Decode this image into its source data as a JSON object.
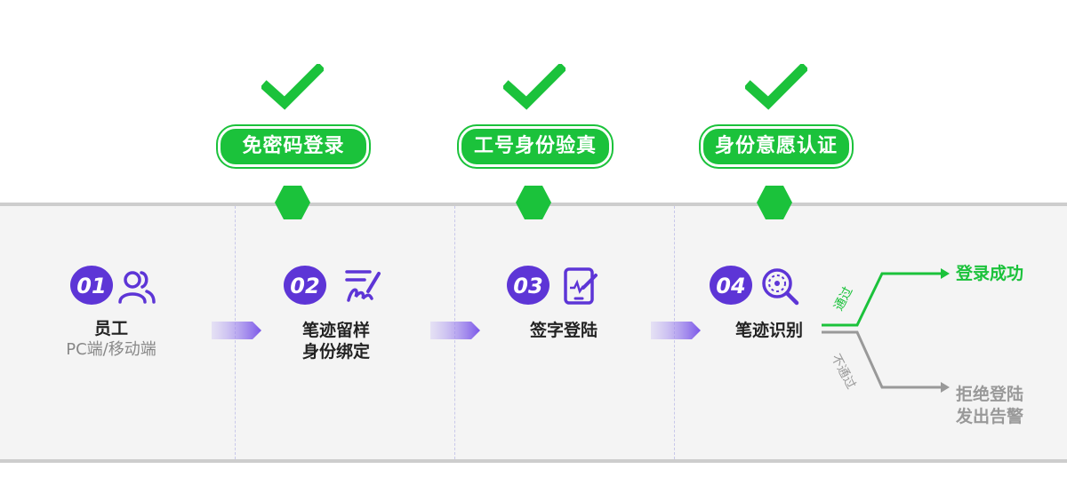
{
  "colors": {
    "green": "#1bc23b",
    "purple": "#5d35d6",
    "gray": "#999999",
    "text": "#222222"
  },
  "verifications": [
    {
      "label": "免密码登录",
      "icon": "check-icon"
    },
    {
      "label": "工号身份验真",
      "icon": "check-icon"
    },
    {
      "label": "身份意愿认证",
      "icon": "check-icon"
    }
  ],
  "steps": [
    {
      "number": "01",
      "icon": "users-icon",
      "label": "员工",
      "sublabel": "PC端/移动端"
    },
    {
      "number": "02",
      "icon": "signature-icon",
      "label": "笔迹留样",
      "label2": "身份绑定"
    },
    {
      "number": "03",
      "icon": "tablet-sign-icon",
      "label": "签字登陆"
    },
    {
      "number": "04",
      "icon": "search-analyze-icon",
      "label": "笔迹识别"
    }
  ],
  "branches": {
    "pass_label": "通过",
    "fail_label": "不通过",
    "success": "登录成功",
    "failure_line1": "拒绝登陆",
    "failure_line2": "发出告警"
  }
}
